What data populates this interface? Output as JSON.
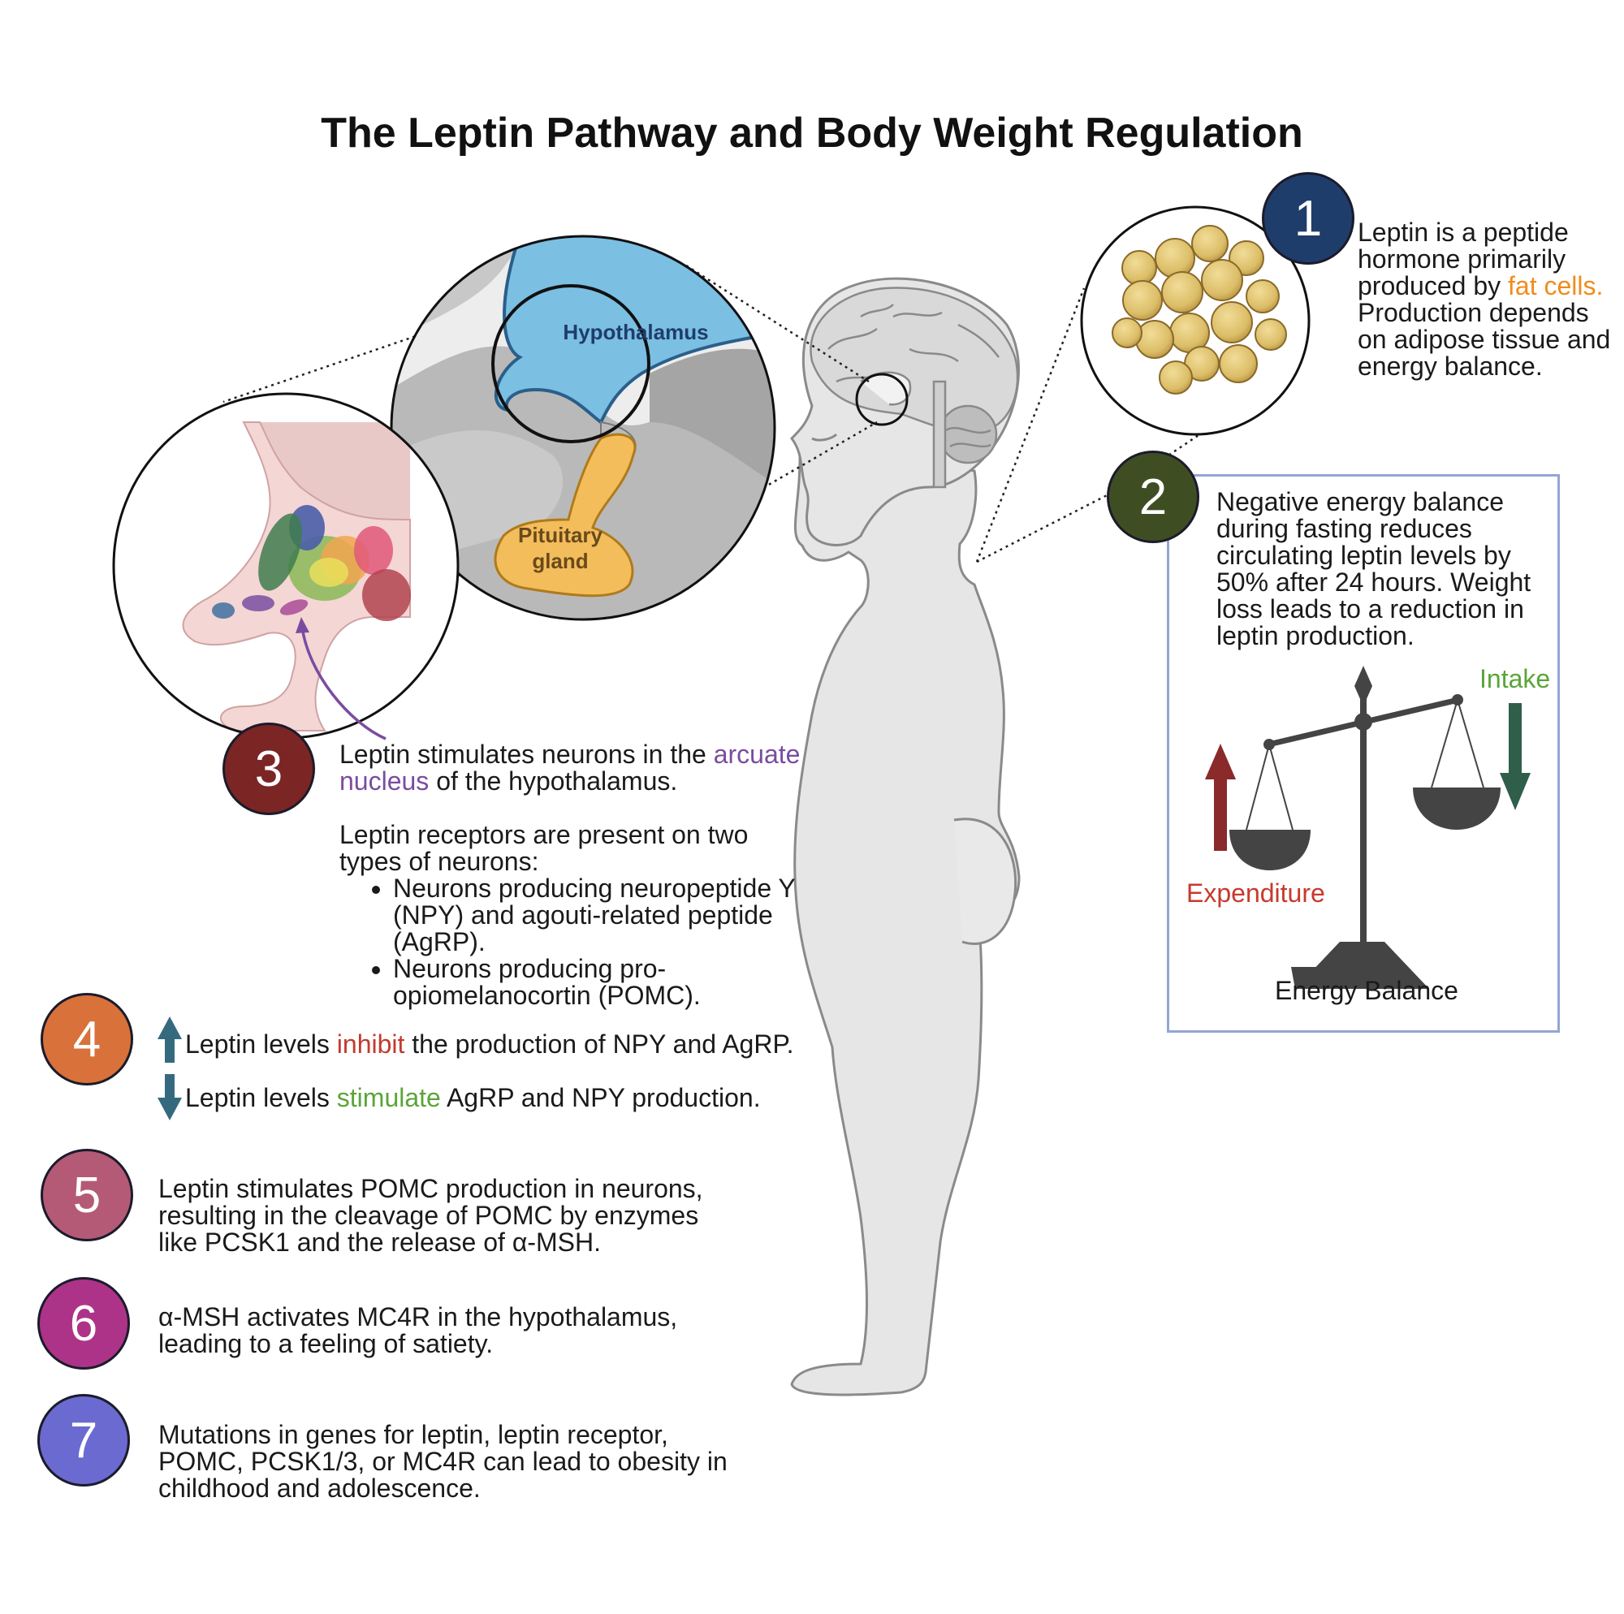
{
  "title": "The Leptin Pathway and Body Weight Regulation",
  "colors": {
    "step1": "#1f3d6b",
    "step2": "#3f4e22",
    "step3": "#7b2525",
    "step4": "#d8713a",
    "step5": "#b45a76",
    "step6": "#ad3389",
    "step7": "#6a6ad0",
    "fat_cells": "#f18b1d",
    "arcuate": "#7a4ca0",
    "inhibit": "#c23a2e",
    "stimulate": "#5aa538",
    "expenditure": "#c73a2e",
    "intake": "#5aa538",
    "hypothalamus": "#7bbfe3",
    "pituitary": "#f3bd5c"
  },
  "labels": {
    "hypothalamus": "Hypothalamus",
    "pituitary_1": "Pituitary",
    "pituitary_2": "gland"
  },
  "steps": {
    "s1": {
      "num": "1",
      "text_a": "Leptin is a peptide hormone primarily produced by ",
      "highlight": "fat cells.",
      "text_b": " Production depends on adipose tissue and energy balance."
    },
    "s2": {
      "num": "2",
      "text": "Negative energy balance during fasting reduces circulating leptin levels by 50% after 24 hours. Weight loss leads to a reduction in leptin production."
    },
    "s3": {
      "num": "3",
      "text_a": "Leptin stimulates neurons in the ",
      "highlight": "arcuate nucleus",
      "text_b": " of the hypothalamus.",
      "para2": "Leptin receptors are present on two types of neurons:",
      "bullets": [
        "Neurons producing neuropeptide Y (NPY) and agouti-related peptide (AgRP).",
        "Neurons producing pro-opiomelanocortin (POMC)."
      ]
    },
    "s4": {
      "num": "4",
      "line1_a": "Leptin levels ",
      "line1_hl": "inhibit",
      "line1_b": " the production of NPY and AgRP.",
      "line2_a": "Leptin levels ",
      "line2_hl": "stimulate",
      "line2_b": " AgRP and NPY production."
    },
    "s5": {
      "num": "5",
      "text": "Leptin stimulates POMC production in neurons, resulting in the cleavage of POMC by enzymes like PCSK1 and the release of α-MSH."
    },
    "s6": {
      "num": "6",
      "text": "α-MSH activates MC4R in the hypothalamus, leading to a feeling of satiety."
    },
    "s7": {
      "num": "7",
      "text": "Mutations in genes for leptin, leptin receptor, POMC, PCSK1/3, or MC4R can lead to obesity in childhood and adolescence."
    }
  },
  "scale": {
    "intake": "Intake",
    "expenditure": "Expenditure",
    "caption": "Energy Balance"
  },
  "icons": {
    "up_arrow": "arrow-up-icon",
    "down_arrow": "arrow-down-icon"
  }
}
